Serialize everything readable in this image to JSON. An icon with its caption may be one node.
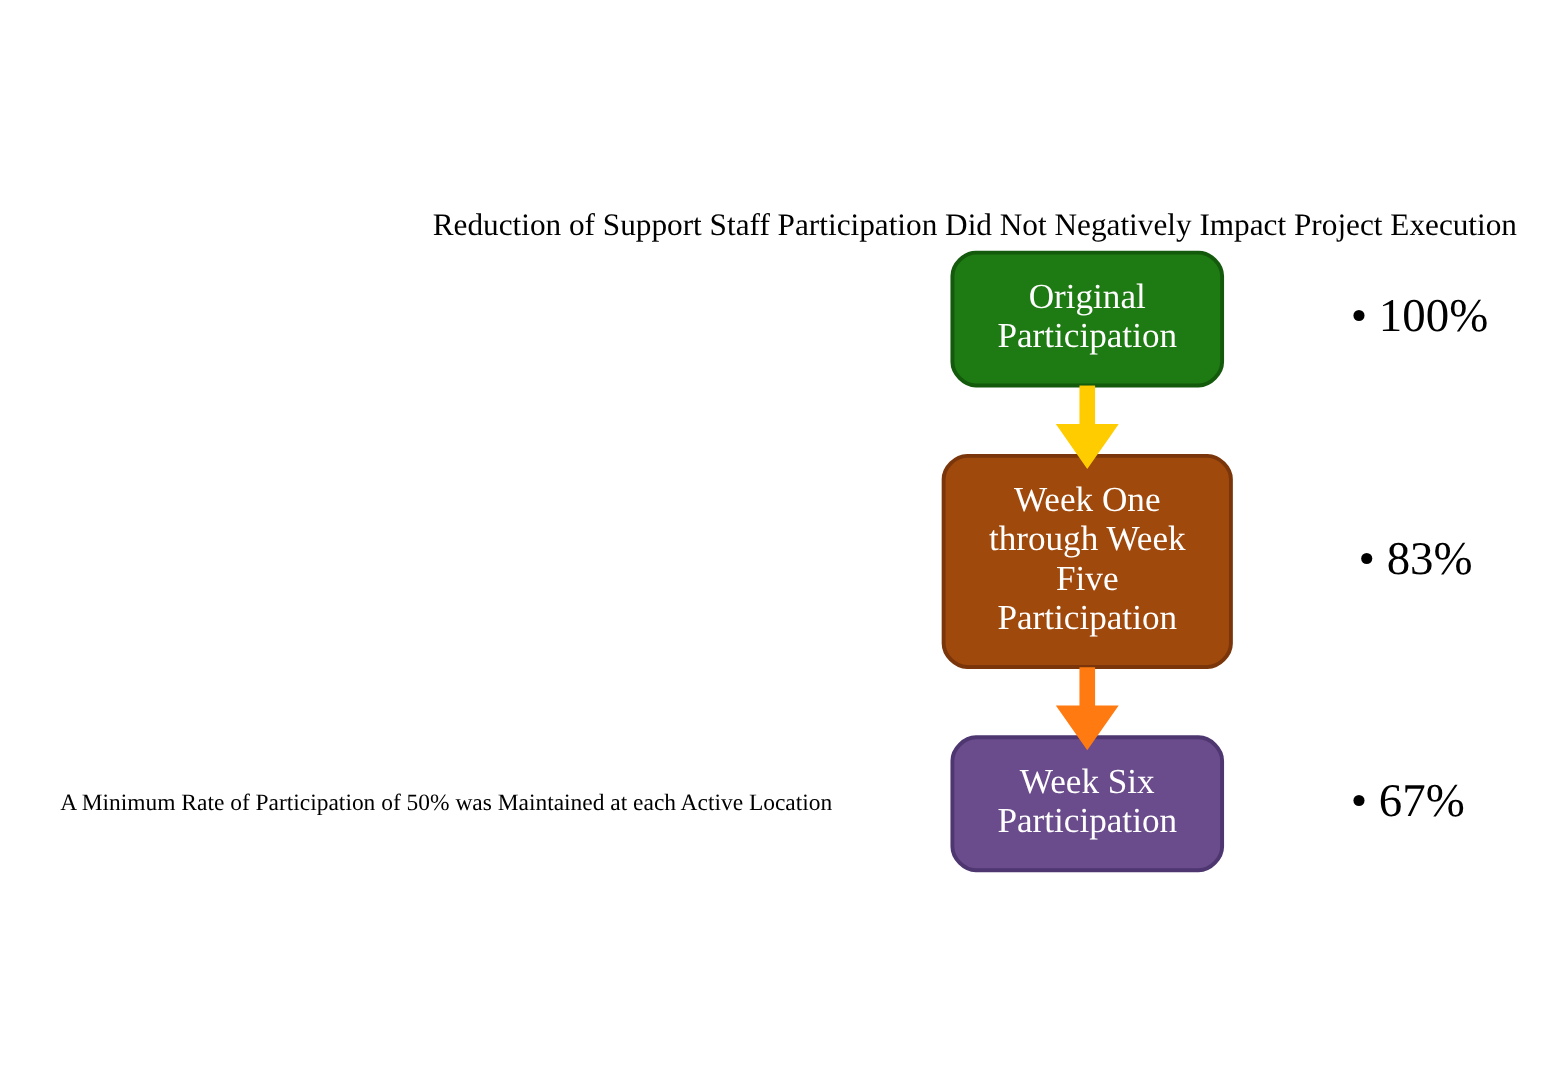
{
  "diagram": {
    "title": "Reduction of Support Staff Participation Did Not Negatively Impact Project Execution",
    "nodes": [
      {
        "text": [
          "Original Participation"
        ],
        "beside": [
          "• 100%"
        ]
      },
      {
        "text": [
          "Week One through Week Five Participation"
        ],
        "beside": [
          "• 83%"
        ]
      },
      {
        "text": [
          "Week Six Participation"
        ],
        "beside": [
          "• 67%"
        ]
      }
    ],
    "edges": [
      {
        "from": 0,
        "to": 1,
        "arrow": "to",
        "color": "#ffcc00"
      },
      {
        "from": 1,
        "to": 2,
        "arrow": "to",
        "color": "#ff7a10"
      }
    ],
    "labels": [
      "A Minimum Rate of Participation of 50% was Maintained at each Active Location"
    ]
  }
}
